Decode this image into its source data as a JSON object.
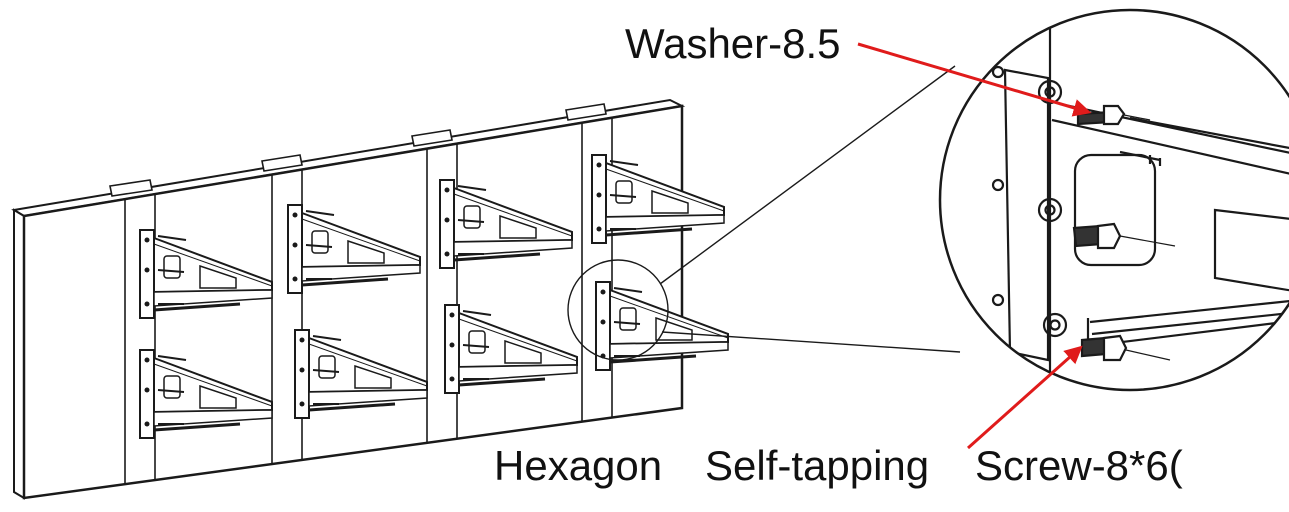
{
  "labels": {
    "washer": "Washer-8.5",
    "hexagon": "Hexagon",
    "self_tapping": "Self-tapping",
    "screw": "Screw-8*6("
  },
  "colors": {
    "line": "#1a1a1a",
    "arrow": "#e01b1b",
    "background": "#ffffff"
  }
}
